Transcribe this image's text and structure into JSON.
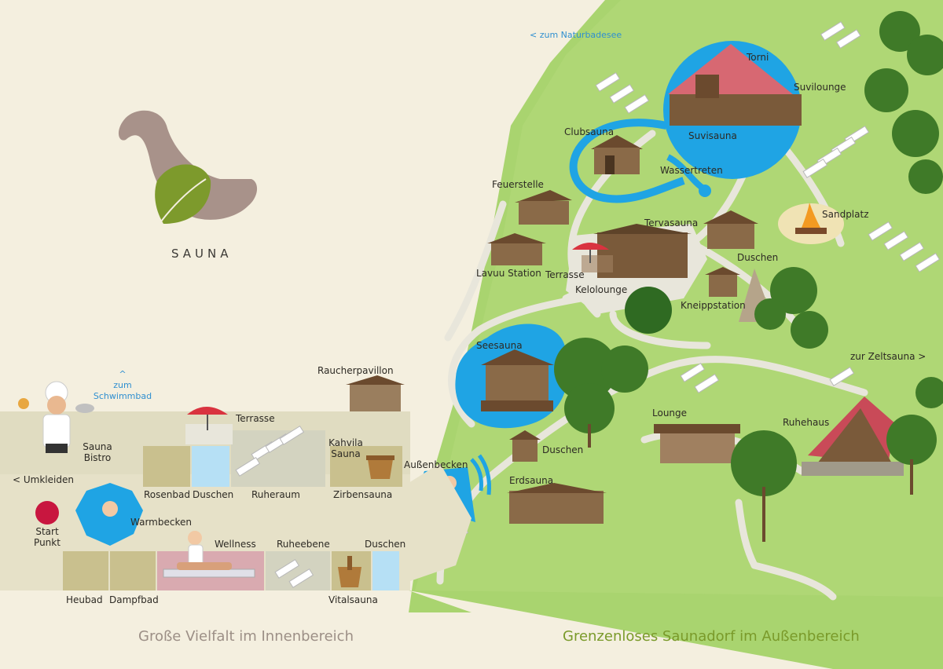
{
  "logo": {
    "text": "SAUNA"
  },
  "footer": {
    "indoor": "Große Vielfalt im Innenbereich",
    "outdoor": "Grenzenloses Saunadorf im Außenbereich"
  },
  "directions": {
    "naturbadesee": "< zum Naturbadesee",
    "zeltsauna": "zur Zeltsauna >",
    "umkleiden": "< Umkleiden",
    "schwimmbad_arrow": "^",
    "schwimmbad_line1": "zum",
    "schwimmbad_line2": "Schwimmbad"
  },
  "outdoor_labels": {
    "torni": "Torni",
    "suvilounge": "Suvilounge",
    "suvisauna": "Suvisauna",
    "clubsauna": "Clubsauna",
    "wassertreten": "Wassertreten",
    "feuerstelle": "Feuerstelle",
    "sandplatz": "Sandplatz",
    "tervasauna": "Tervasauna",
    "duschen_top": "Duschen",
    "lavuu": "Lavuu Station",
    "terrasse_out": "Terrasse",
    "kelolounge": "Kelolounge",
    "kneipp": "Kneippstation",
    "seesauna": "Seesauna",
    "raucherpavillon": "Raucherpavillon",
    "lounge": "Lounge",
    "ruhehaus": "Ruhehaus",
    "duschen_see": "Duschen",
    "aussenbecken": "Außenbecken",
    "erdsauna": "Erdsauna"
  },
  "indoor_labels": {
    "sauna_bistro_1": "Sauna",
    "sauna_bistro_2": "Bistro",
    "terrasse_in": "Terrasse",
    "kahvila_1": "Kahvila",
    "kahvila_2": "Sauna",
    "rosenbad": "Rosenbad",
    "duschen_1": "Duschen",
    "ruheraum": "Ruheraum",
    "zirbensauna": "Zirbensauna",
    "warmbecken": "Warmbecken",
    "start_1": "Start",
    "start_2": "Punkt",
    "wellness": "Wellness",
    "ruheebene": "Ruheebene",
    "duschen_2": "Duschen",
    "heubad": "Heubad",
    "dampfbad": "Dampfbad",
    "vitalsauna": "Vitalsauna"
  },
  "colors": {
    "background": "#f4efdf",
    "lawn": "#a9d46f",
    "water": "#1fa4e4",
    "building": "#7a5a3a",
    "start_point": "#c8163f",
    "footer_outdoor": "#7a9a2a",
    "footer_indoor": "#9c8f86"
  }
}
